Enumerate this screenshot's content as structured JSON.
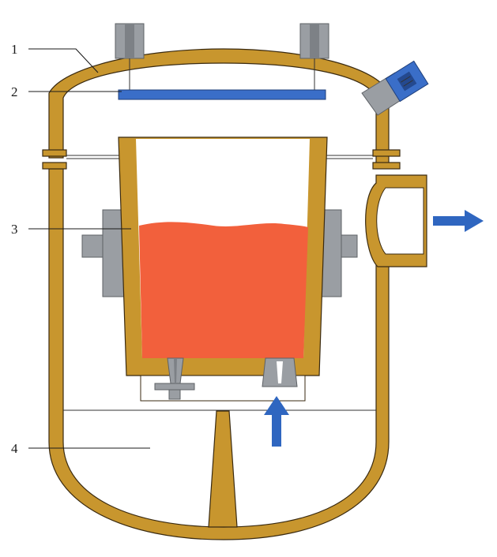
{
  "colors": {
    "vessel_wall": "#C8962E",
    "vessel_outline": "#3a2a10",
    "ladle_wall": "#C8962E",
    "molten_steel": "#F2603C",
    "steel_gray": "#9a9ea3",
    "cover_plate_blue": "#3A6EC8",
    "arrow_blue": "#2F66C0",
    "leader_line": "#1a1a1a"
  },
  "labels": {
    "callout_1": "1",
    "callout_2": "2",
    "callout_3": "3",
    "callout_4": "4"
  },
  "icons": {
    "gas_outlet_arrow": "arrow-right-icon",
    "gas_inlet_arrow": "arrow-up-icon"
  }
}
